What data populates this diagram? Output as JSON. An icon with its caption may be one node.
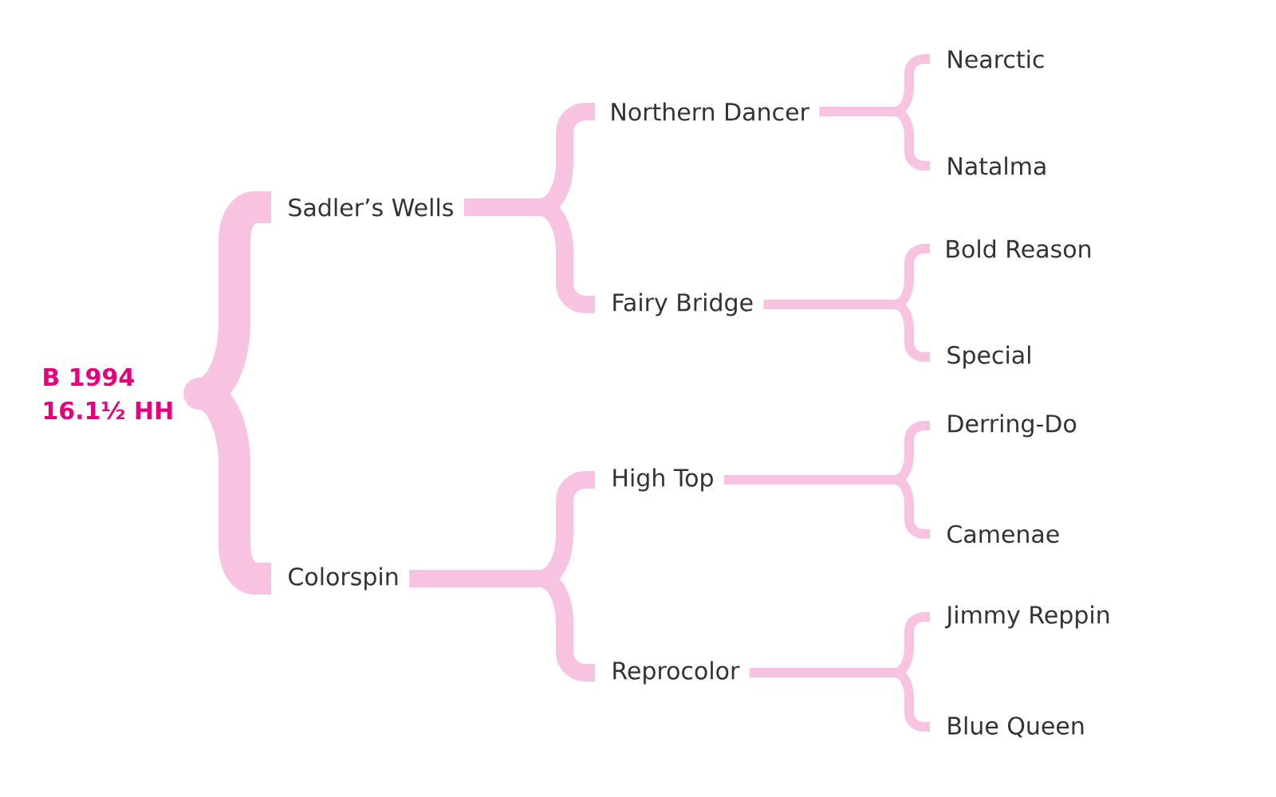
{
  "diagram": {
    "nodes": [
      {
        "text": [
          "B 1994",
          "16.1½ HH"
        ]
      },
      {
        "text": [
          "Sadler’s Wells"
        ]
      },
      {
        "text": [
          "Northern Dancer"
        ]
      },
      {
        "text": [
          "Nearctic"
        ]
      },
      {
        "text": [
          "Natalma"
        ]
      },
      {
        "text": [
          "Fairy Bridge"
        ]
      },
      {
        "text": [
          "Bold Reason"
        ]
      },
      {
        "text": [
          "Special"
        ]
      },
      {
        "text": [
          "Colorspin"
        ]
      },
      {
        "text": [
          "High Top"
        ]
      },
      {
        "text": [
          "Derring-Do"
        ]
      },
      {
        "text": [
          "Camenae"
        ]
      },
      {
        "text": [
          "Reprocolor"
        ]
      },
      {
        "text": [
          "Jimmy Reppin"
        ]
      },
      {
        "text": [
          "Blue Queen"
        ]
      }
    ],
    "edges": [
      {
        "from": 0,
        "to": 1,
        "arrow": "none",
        "style": "thick"
      },
      {
        "from": 0,
        "to": 8,
        "arrow": "none",
        "style": "thick"
      },
      {
        "from": 1,
        "to": 2,
        "arrow": "none",
        "style": "thick"
      },
      {
        "from": 1,
        "to": 5,
        "arrow": "none",
        "style": "thick"
      },
      {
        "from": 2,
        "to": 3,
        "arrow": "none"
      },
      {
        "from": 2,
        "to": 4,
        "arrow": "none"
      },
      {
        "from": 5,
        "to": 6,
        "arrow": "none"
      },
      {
        "from": 5,
        "to": 7,
        "arrow": "none"
      },
      {
        "from": 8,
        "to": 9,
        "arrow": "none",
        "style": "thick"
      },
      {
        "from": 8,
        "to": 12,
        "arrow": "none",
        "style": "thick"
      },
      {
        "from": 9,
        "to": 10,
        "arrow": "none"
      },
      {
        "from": 9,
        "to": 11,
        "arrow": "none"
      },
      {
        "from": 12,
        "to": 13,
        "arrow": "none"
      },
      {
        "from": 12,
        "to": 14,
        "arrow": "none"
      }
    ]
  }
}
